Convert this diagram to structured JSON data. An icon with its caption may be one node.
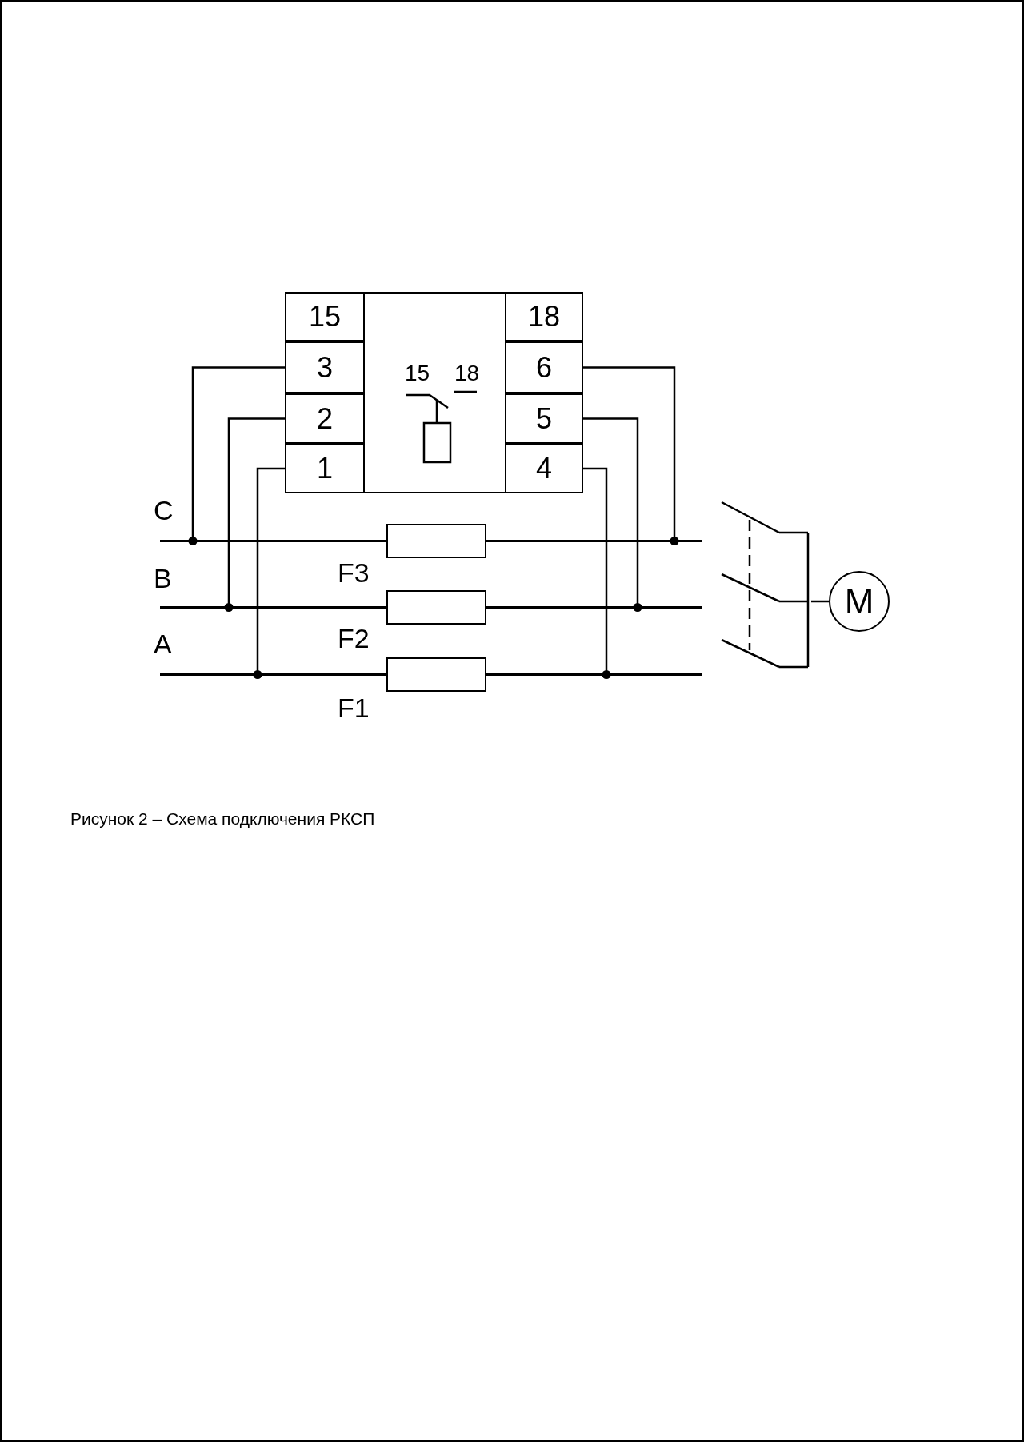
{
  "diagram": {
    "caption": "Рисунок 2 – Схема подключения РКСП",
    "nodes": [
      {
        "text": [],
        "shape": "box"
      },
      {
        "text": [
          "15"
        ],
        "in": 0
      },
      {
        "text": [
          "18"
        ],
        "in": 0
      },
      {
        "text": [
          "3"
        ],
        "in": 0
      },
      {
        "text": [
          "6"
        ],
        "in": 0
      },
      {
        "text": [
          "2"
        ],
        "in": 0
      },
      {
        "text": [
          "5"
        ],
        "in": 0
      },
      {
        "text": [
          "1"
        ],
        "in": 0
      },
      {
        "text": [
          "4"
        ],
        "in": 0
      },
      {
        "text": [],
        "shape": "bar",
        "beside": [
          "C"
        ]
      },
      {
        "text": [],
        "shape": "bar",
        "beside": [
          "B"
        ]
      },
      {
        "text": [],
        "shape": "bar",
        "beside": [
          "A"
        ]
      },
      {
        "text": [],
        "shape": "box",
        "beside": [
          "F3"
        ]
      },
      {
        "text": [],
        "shape": "box",
        "beside": [
          "F2"
        ]
      },
      {
        "text": [],
        "shape": "box",
        "beside": [
          "F1"
        ]
      },
      {
        "text": [],
        "shape": "picture"
      },
      {
        "text": [
          "M"
        ]
      }
    ],
    "edges": [
      {
        "from": 3,
        "to": 9,
        "arrow": "other"
      },
      {
        "from": 4,
        "to": 9,
        "arrow": "other"
      },
      {
        "from": 5,
        "to": 10,
        "arrow": "other"
      },
      {
        "from": 6,
        "to": 10,
        "arrow": "other"
      },
      {
        "from": 7,
        "to": 11,
        "arrow": "other"
      },
      {
        "from": 8,
        "to": 11,
        "arrow": "other"
      },
      {
        "from": 15,
        "to": 16,
        "arrow": "none"
      }
    ],
    "labels": [
      "15",
      "18"
    ]
  }
}
